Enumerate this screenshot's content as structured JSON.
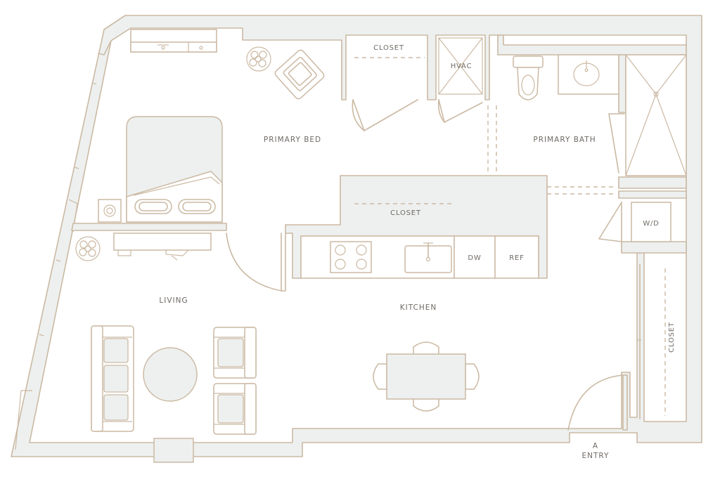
{
  "plan": {
    "rooms": {
      "primary_bed": "PRIMARY BED",
      "primary_bath": "PRIMARY BATH",
      "living": "LIVING",
      "kitchen": "KITCHEN",
      "closet_bed": "CLOSET",
      "hvac": "HVAC",
      "closet_mid": "CLOSET",
      "closet_entry": "CLOSET",
      "wd": "W/D"
    },
    "fixtures": {
      "dishwasher": "DW",
      "refrigerator": "REF"
    },
    "entry": {
      "marker": "A",
      "label": "ENTRY"
    },
    "colors": {
      "wall_fill": "#edf0ef",
      "line": "#cbb9a3",
      "text": "#6f6a64"
    }
  }
}
